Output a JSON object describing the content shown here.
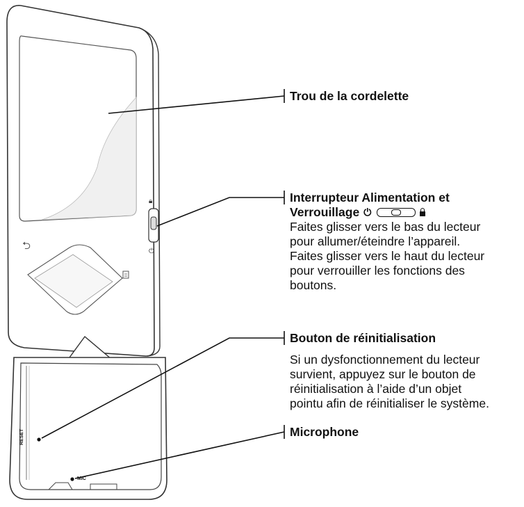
{
  "callouts": {
    "lanyard": {
      "title": "Trou de la cordelette"
    },
    "power": {
      "title_line1": "Interrupteur Alimentation et",
      "title_line2": "Verrouillage",
      "desc": [
        "Faites glisser vers le bas du lecteur",
        "pour allumer/éteindre l’appareil.",
        "Faites glisser vers le haut du lecteur",
        "pour verrouiller les fonctions des",
        "boutons."
      ]
    },
    "reset": {
      "title": "Bouton de réinitialisation",
      "desc": [
        "Si un dysfonctionnement du lecteur",
        "survient, appuyez sur le bouton de",
        "réinitialisation à l’aide d’un objet",
        "pointu afin de réinitialiser le système."
      ]
    },
    "mic": {
      "title": "Microphone"
    }
  },
  "device_labels": {
    "reset": "RESET",
    "mic": "MIC"
  },
  "icons": [
    "power-icon",
    "slider-switch-icon",
    "lock-icon",
    "back-icon",
    "menu-icon"
  ]
}
